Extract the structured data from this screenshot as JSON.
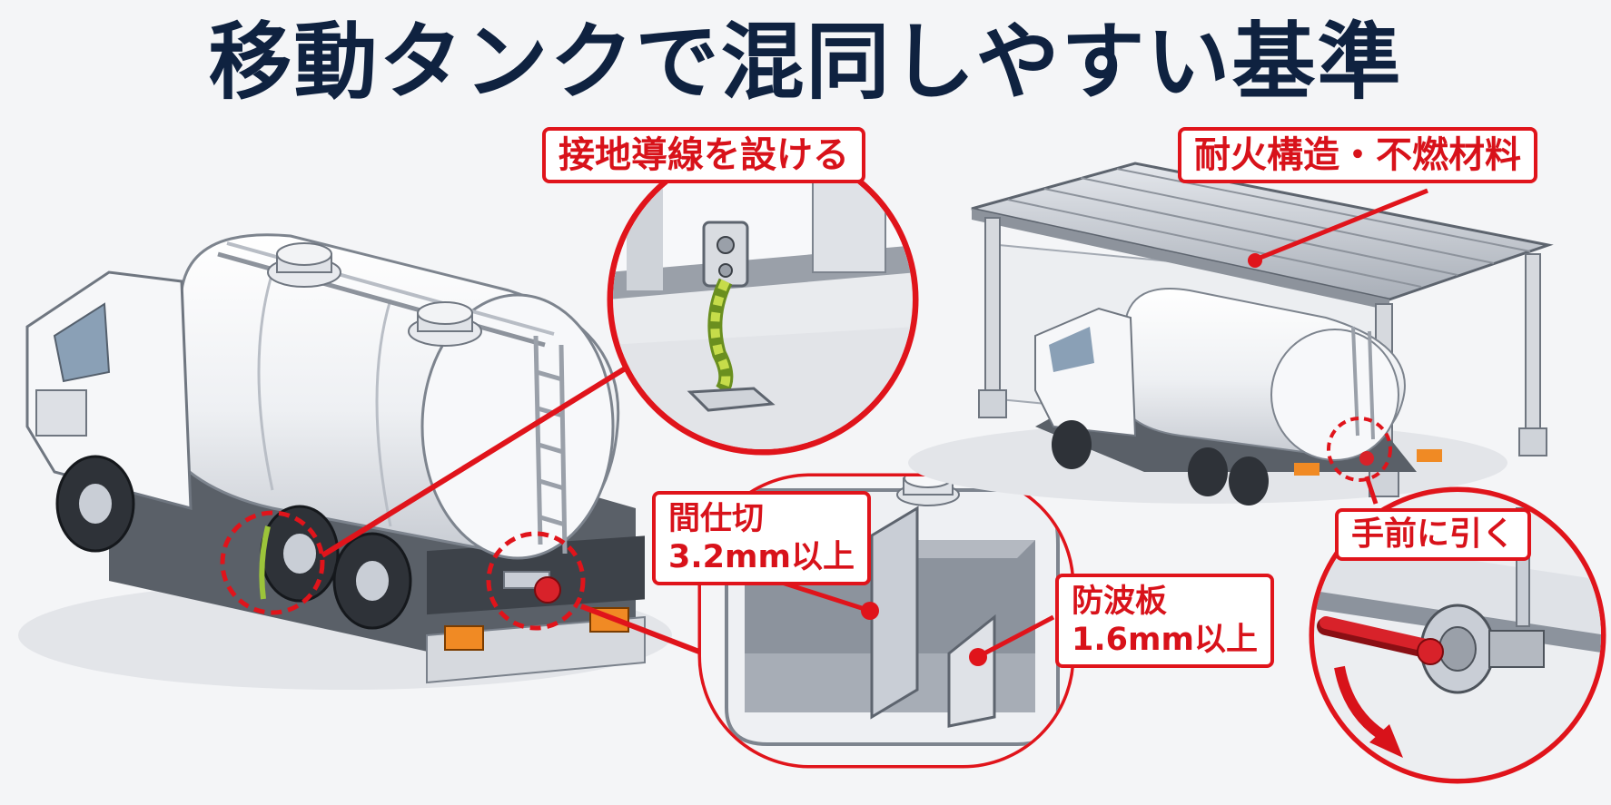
{
  "title": "移動タンクで混同しやすい基準",
  "callouts": {
    "grounding": "接地導線を設ける",
    "fireproof": "耐火構造・不燃材料",
    "partition_line1": "間仕切",
    "partition_line2": "3.2mm以上",
    "baffle_line1": "防波板",
    "baffle_line2": "1.6mm以上",
    "pull": "手前に引く"
  },
  "colors": {
    "title": "#0f2240",
    "accent": "#e0141b",
    "ground_wire": "#9cc43a",
    "valve_handle": "#d8222a",
    "tank_body": "#f2f3f5",
    "steel": "#c9ced6"
  },
  "icons": [
    "tank-truck",
    "grounding-wire-icon",
    "partition-plate-icon",
    "baffle-plate-icon",
    "canopy-shelter",
    "valve-handle-icon",
    "down-arrow-icon"
  ]
}
